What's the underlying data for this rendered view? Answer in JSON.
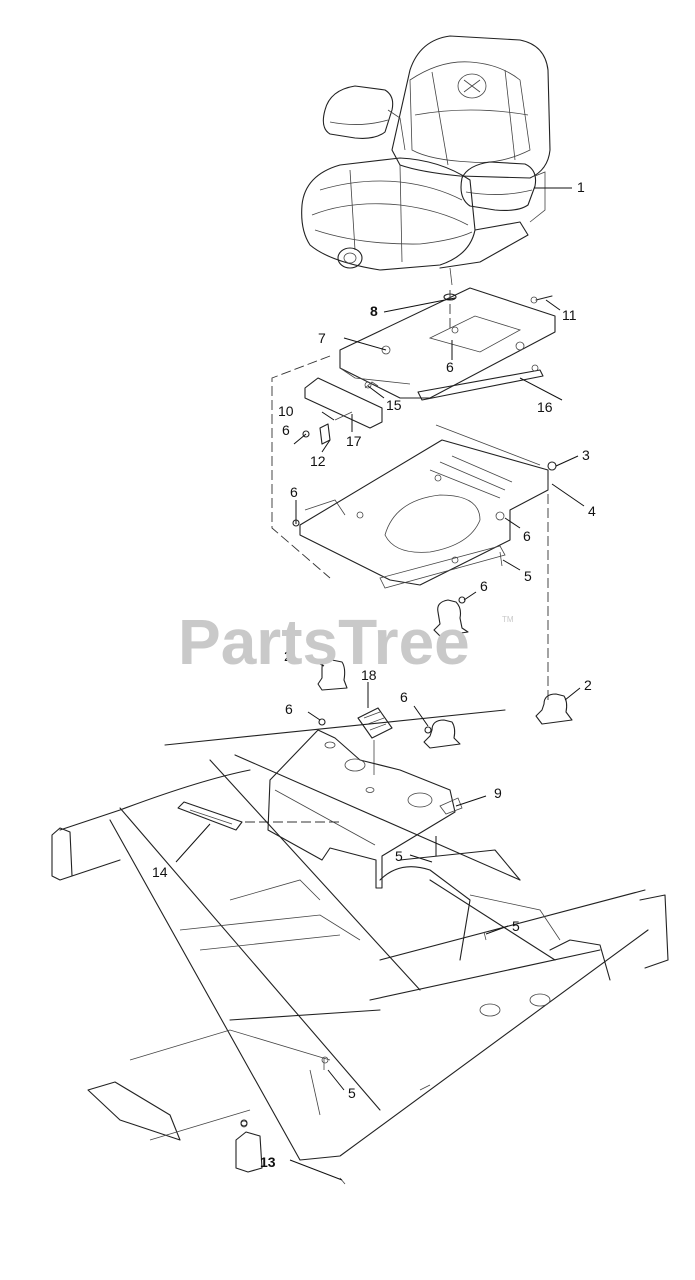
{
  "watermark": {
    "text": "PartsTree",
    "trademark": "TM"
  },
  "callouts": [
    {
      "id": "c1",
      "label": "1"
    },
    {
      "id": "c2a",
      "label": "2"
    },
    {
      "id": "c2b",
      "label": "2"
    },
    {
      "id": "c3",
      "label": "3"
    },
    {
      "id": "c4",
      "label": "4"
    },
    {
      "id": "c5a",
      "label": "5"
    },
    {
      "id": "c5b",
      "label": "5"
    },
    {
      "id": "c5c",
      "label": "5"
    },
    {
      "id": "c5d",
      "label": "5"
    },
    {
      "id": "c6a",
      "label": "6"
    },
    {
      "id": "c6b",
      "label": "6"
    },
    {
      "id": "c6c",
      "label": "6"
    },
    {
      "id": "c6d",
      "label": "6"
    },
    {
      "id": "c6e",
      "label": "6"
    },
    {
      "id": "c6f",
      "label": "6"
    },
    {
      "id": "c6g",
      "label": "6"
    },
    {
      "id": "c7",
      "label": "7"
    },
    {
      "id": "c8",
      "label": "8"
    },
    {
      "id": "c9",
      "label": "9"
    },
    {
      "id": "c10",
      "label": "10"
    },
    {
      "id": "c11",
      "label": "11"
    },
    {
      "id": "c12",
      "label": "12"
    },
    {
      "id": "c13",
      "label": "13"
    },
    {
      "id": "c14",
      "label": "14"
    },
    {
      "id": "c15",
      "label": "15"
    },
    {
      "id": "c16",
      "label": "16"
    },
    {
      "id": "c17",
      "label": "17"
    },
    {
      "id": "c18",
      "label": "18"
    }
  ]
}
